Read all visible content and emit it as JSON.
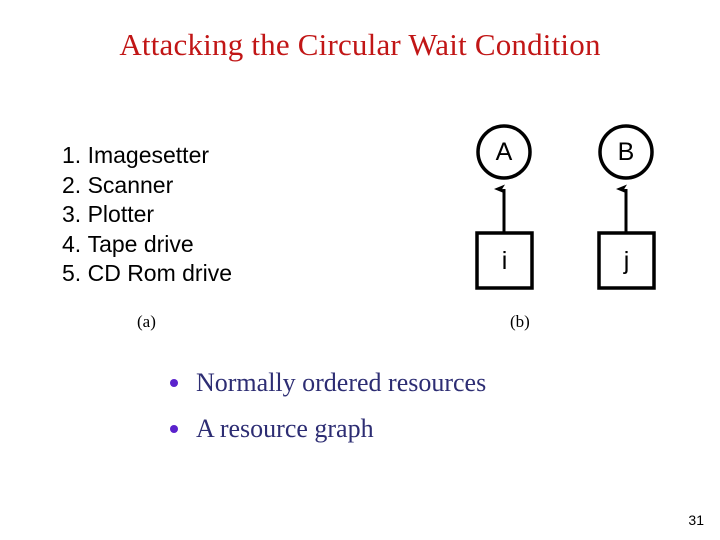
{
  "slide": {
    "title": "Attacking the Circular Wait Condition",
    "page_number": "31",
    "title_color": "#c11616",
    "bullet_text_color": "#2d2d73",
    "bullet_dot_color": "#5a22cc",
    "diagram_stroke_color": "#000000",
    "background_color": "#ffffff"
  },
  "figure_a": {
    "caption": "(a)",
    "items": [
      {
        "number": "1.",
        "label": "Imagesetter"
      },
      {
        "number": "2.",
        "label": "Scanner"
      },
      {
        "number": "3.",
        "label": "Plotter"
      },
      {
        "number": "4.",
        "label": "Tape drive"
      },
      {
        "number": "5.",
        "label": "CD Rom drive"
      }
    ]
  },
  "figure_b": {
    "caption": "(b)",
    "processes": [
      {
        "id": "A",
        "label": "A"
      },
      {
        "id": "B",
        "label": "B"
      }
    ],
    "resources": [
      {
        "id": "i",
        "label": "i"
      },
      {
        "id": "j",
        "label": "j"
      }
    ],
    "edges": [
      {
        "from": "i",
        "to": "A",
        "direction": "up"
      },
      {
        "from": "j",
        "to": "B",
        "direction": "up"
      }
    ]
  },
  "bullets": [
    {
      "text": "Normally ordered resources"
    },
    {
      "text": "A resource graph"
    }
  ]
}
